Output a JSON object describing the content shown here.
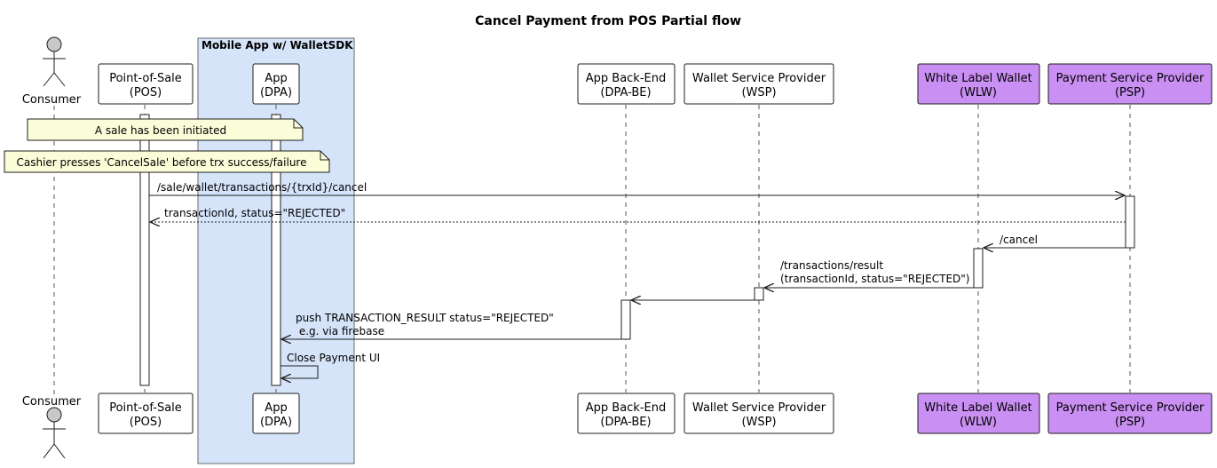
{
  "title": "Cancel Payment from POS Partial flow",
  "colors": {
    "group_fill": "#d6e4fa",
    "participant_fill": "#ffffff",
    "highlight_fill": "#c98ff2",
    "note_fill": "#fbfdd8",
    "line": "#1f1f1f"
  },
  "group": {
    "label": "Mobile App w/ WalletSDK"
  },
  "participants": [
    {
      "id": "consumer",
      "type": "actor",
      "name": "Consumer"
    },
    {
      "id": "pos",
      "type": "box",
      "lines": [
        "Point-of-Sale",
        "(POS)"
      ]
    },
    {
      "id": "dpa",
      "type": "box",
      "lines": [
        "App",
        "(DPA)"
      ]
    },
    {
      "id": "dpabe",
      "type": "box",
      "lines": [
        "App Back-End",
        "(DPA-BE)"
      ]
    },
    {
      "id": "wsp",
      "type": "box",
      "lines": [
        "Wallet Service Provider",
        "(WSP)"
      ]
    },
    {
      "id": "wlw",
      "type": "box",
      "highlight": true,
      "lines": [
        "White Label Wallet",
        "(WLW)"
      ]
    },
    {
      "id": "psp",
      "type": "box",
      "highlight": true,
      "lines": [
        "Payment Service Provider",
        "(PSP)"
      ]
    }
  ],
  "notes": [
    {
      "text": "A sale has been initiated"
    },
    {
      "text": "Cashier presses 'CancelSale' before trx success/failure"
    }
  ],
  "messages": [
    {
      "from": "pos",
      "to": "psp",
      "style": "solid",
      "lines": [
        "/sale/wallet/transactions/{trxId}/cancel"
      ]
    },
    {
      "from": "psp",
      "to": "pos",
      "style": "dashed",
      "lines": [
        "transactionId, status=\"REJECTED\""
      ]
    },
    {
      "from": "psp",
      "to": "wlw",
      "style": "solid",
      "lines": [
        "/cancel"
      ]
    },
    {
      "from": "wlw",
      "to": "wsp",
      "style": "solid",
      "lines": [
        "/transactions/result",
        "(transactionId, status=\"REJECTED\")"
      ]
    },
    {
      "from": "wsp",
      "to": "dpabe",
      "style": "solid",
      "lines": []
    },
    {
      "from": "dpabe",
      "to": "dpa",
      "style": "solid",
      "lines": [
        "push TRANSACTION_RESULT status=\"REJECTED\"",
        " e.g. via firebase"
      ]
    },
    {
      "from": "dpa",
      "to": "dpa",
      "style": "self",
      "lines": [
        "Close Payment UI"
      ]
    }
  ]
}
